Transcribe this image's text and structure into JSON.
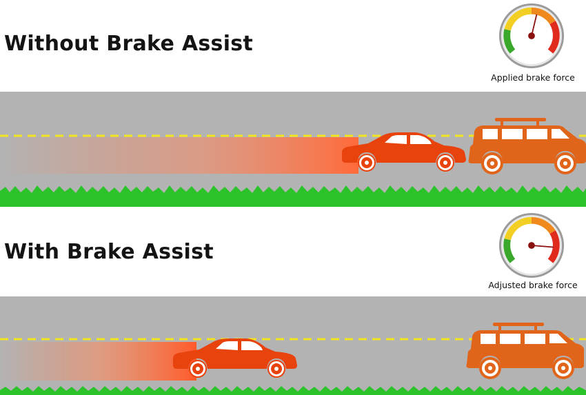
{
  "panels": [
    {
      "heading": "Without Brake Assist",
      "gauge": {
        "caption": "Applied brake force",
        "level": 0.55
      }
    },
    {
      "heading": "With Brake Assist",
      "gauge": {
        "caption": "Adjusted brake force",
        "level": 0.85
      }
    }
  ],
  "colors": {
    "road": "#b3b3b3",
    "lane_marking": "#f2e41f",
    "grass": "#2cc22a",
    "car": "#e8420d",
    "suv": "#e0651a",
    "trail": "#ff7a4e",
    "gauge_green": "#3aa82b",
    "gauge_yellow": "#f2cf22",
    "gauge_orange": "#f08a1e",
    "gauge_red": "#e02a1e"
  },
  "icons": [
    "speedometer-gauge-icon",
    "car-icon",
    "suv-icon"
  ]
}
